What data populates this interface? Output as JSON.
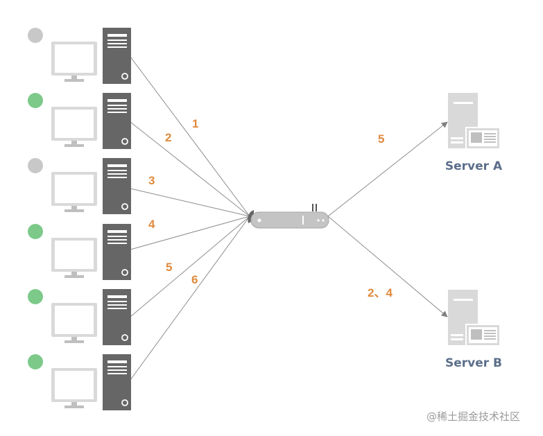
{
  "colors": {
    "line": "#8c8c8c",
    "label": "#e08a3c",
    "server_label": "#5b6e8a",
    "status_active": "#7dc98a",
    "status_idle": "#c8c8c8",
    "device_dark": "#666666",
    "device_light": "#d9d9d9",
    "watermark": "#9a9a9a"
  },
  "clients": [
    {
      "status": "idle"
    },
    {
      "status": "active"
    },
    {
      "status": "idle"
    },
    {
      "status": "active"
    },
    {
      "status": "active"
    },
    {
      "status": "active"
    }
  ],
  "client_edge_labels": [
    "1",
    "2",
    "3",
    "4",
    "5",
    "6"
  ],
  "servers": [
    {
      "label": "Server A",
      "edge_label": "5"
    },
    {
      "label": "Server B",
      "edge_label": "2、4"
    }
  ],
  "watermark": "@稀土掘金技术社区"
}
